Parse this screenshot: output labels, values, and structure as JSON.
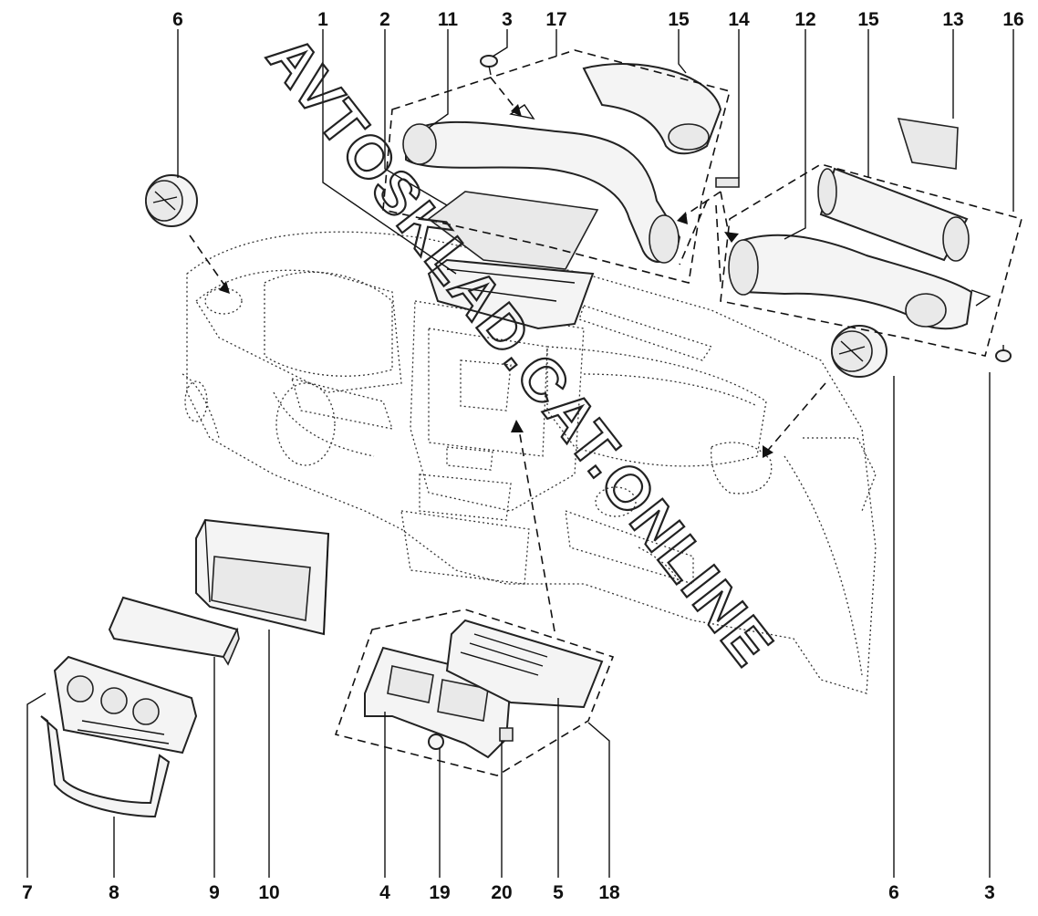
{
  "watermark": "AVTOSKLAD.CAT.ONLINE",
  "part_numbers": [
    "6",
    "1",
    "2",
    "11",
    "3",
    "17",
    "15",
    "14",
    "12",
    "15",
    "13",
    "16",
    "6",
    "3",
    "7",
    "8",
    "9",
    "10",
    "4",
    "19",
    "20",
    "5",
    "18"
  ]
}
